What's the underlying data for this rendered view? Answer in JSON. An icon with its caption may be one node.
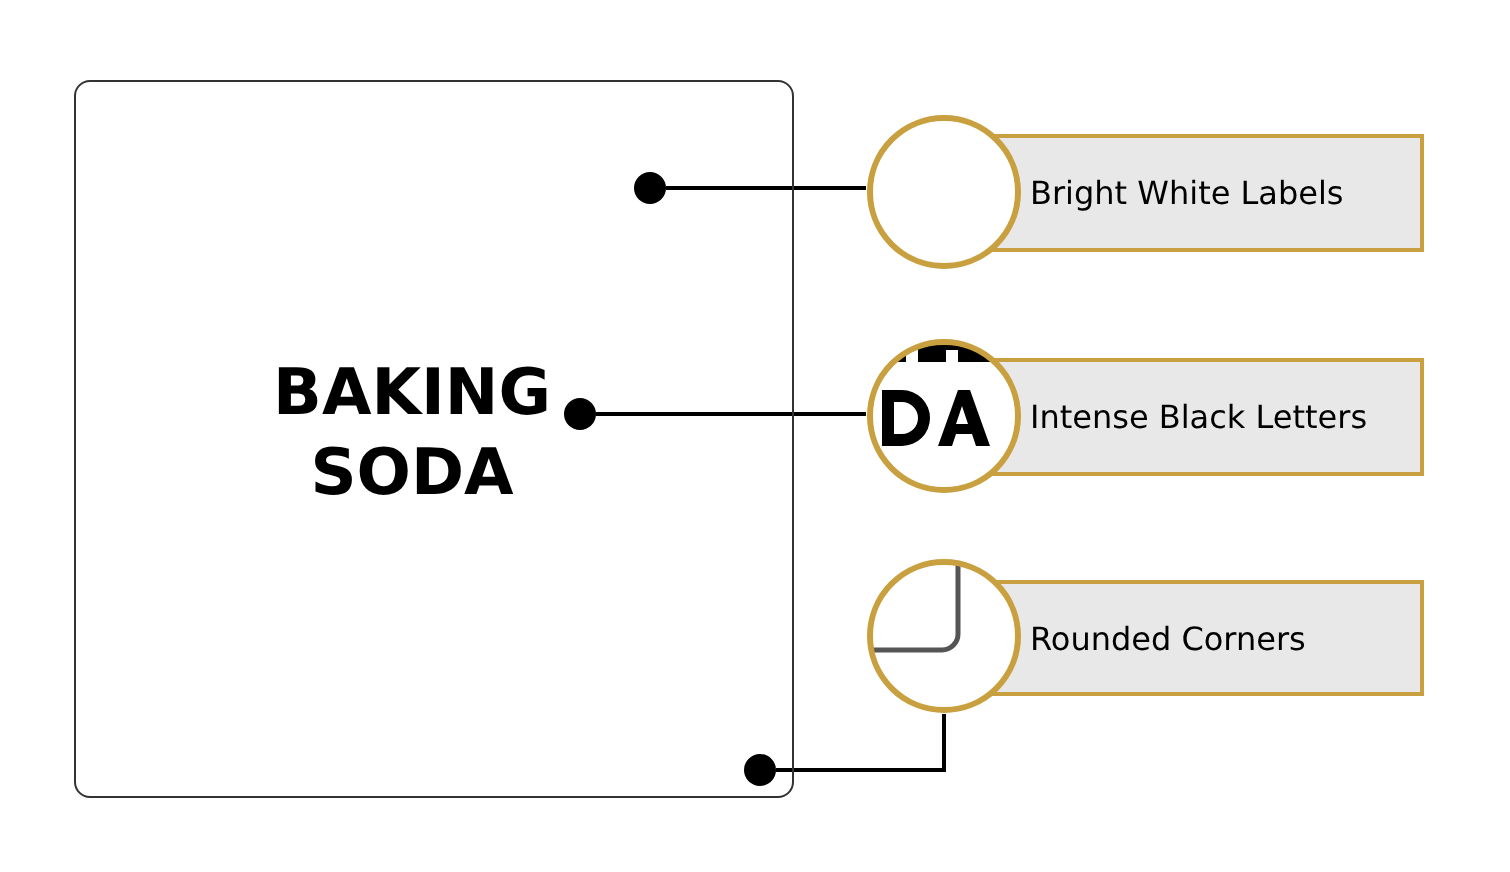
{
  "diagram": {
    "nodes": [
      {
        "text": [
          "BAKING SODA"
        ]
      },
      {
        "text": [],
        "shape": "circle",
        "in": 0
      },
      {
        "text": [],
        "shape": "circle",
        "in": 0
      },
      {
        "text": [],
        "shape": "circle",
        "in": 0
      },
      {
        "text": [
          "Bright White Labels"
        ]
      },
      {
        "text": [
          "Intense Black Letters"
        ]
      },
      {
        "text": [
          "Rounded Corners"
        ]
      }
    ],
    "edges": [
      {
        "from": 4,
        "to": 1,
        "arrow": "none"
      },
      {
        "from": 5,
        "to": 2,
        "arrow": "none"
      },
      {
        "from": 6,
        "to": 3,
        "arrow": "none"
      }
    ]
  }
}
